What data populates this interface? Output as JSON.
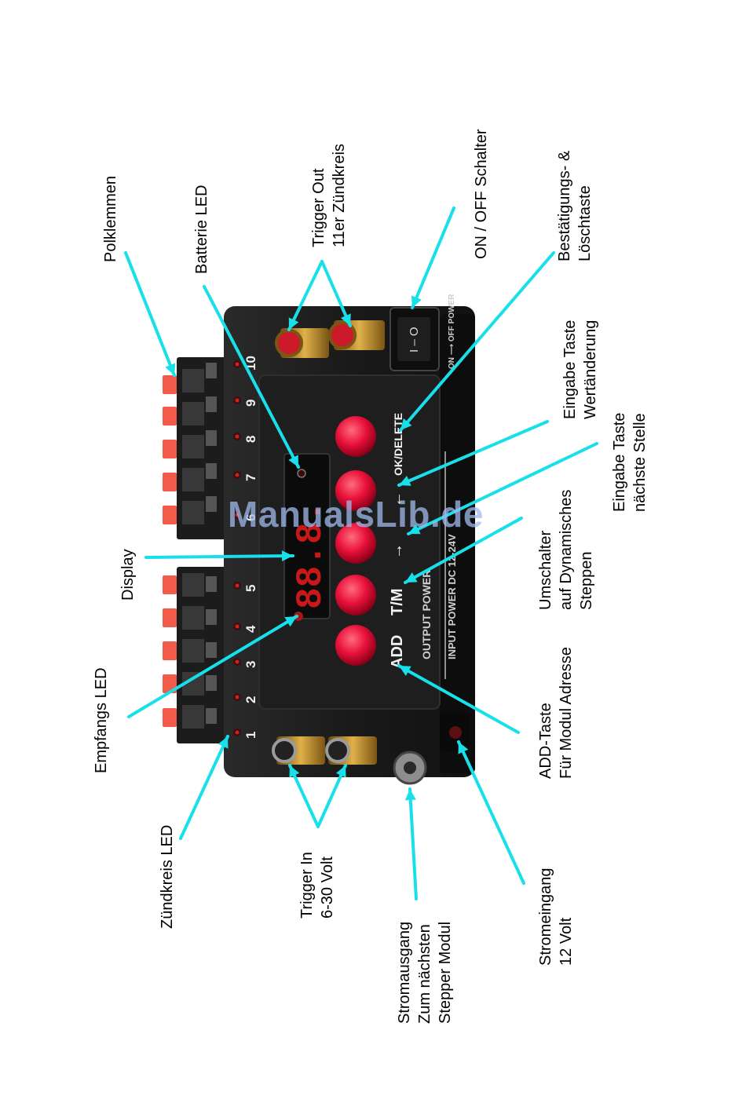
{
  "watermark": "ManualsLib.de",
  "accent_color": "#18e0ea",
  "device": {
    "terminal_numbers": [
      "1",
      "2",
      "3",
      "4",
      "5",
      "6",
      "7",
      "8",
      "9",
      "10"
    ],
    "button_labels": [
      "ADD",
      "T/M",
      "→",
      "←",
      "OK/DELETE"
    ],
    "display_text": "88.8.",
    "panel_text_output": "OUTPUT POWER",
    "panel_text_input": "INPUT POWER DC 12-24V",
    "power_switch_text": "ON ⟶ OFF POWER"
  },
  "labels": {
    "polklemmen": [
      "Polklemmen"
    ],
    "batterie_led": [
      "Batterie LED"
    ],
    "trigger_out": [
      "Trigger Out",
      "11er Zündkreis"
    ],
    "on_off": [
      "ON / OFF Schalter"
    ],
    "bestaetigung": [
      "Bestätigungs- &",
      "Löschtaste"
    ],
    "eingabe_wert": [
      "Eingabe Taste",
      "Wertänderung"
    ],
    "eingabe_stelle": [
      "Eingabe Taste",
      "nächste Stelle"
    ],
    "umschalter": [
      "Umschalter",
      "auf Dynamisches",
      "Steppen"
    ],
    "add_taste": [
      "ADD-Taste",
      "Für Modul Adresse"
    ],
    "display": [
      "Display"
    ],
    "empfangs_led": [
      "Empfangs LED"
    ],
    "zuendkreis_led": [
      "Zündkreis LED"
    ],
    "trigger_in": [
      "Trigger In",
      "6-30 Volt"
    ],
    "stromausgang": [
      "Stromausgang",
      "Zum nächsten",
      "Stepper Modul"
    ],
    "stromeingang": [
      "Stromeingang",
      "12 Volt"
    ]
  }
}
